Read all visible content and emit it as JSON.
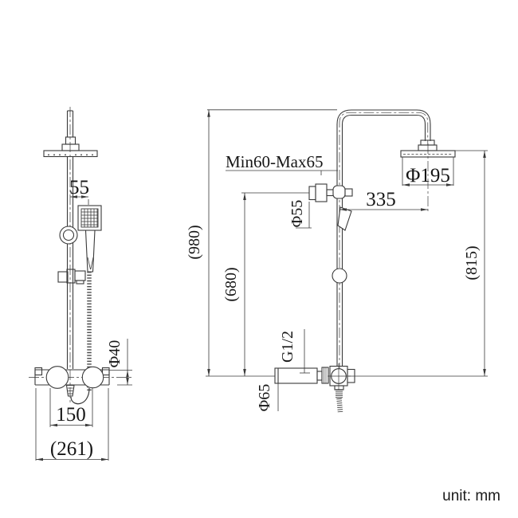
{
  "note": {
    "unit_label": "unit: mm"
  },
  "colors": {
    "line": "#3a3a3a",
    "text": "#161616",
    "background": "#ffffff"
  },
  "left_view": {
    "name": "front-view",
    "dims": {
      "handshower_offset": "55",
      "valve_diameter": "Φ40",
      "inlet_spacing": "150",
      "overall_width": "(261)"
    }
  },
  "right_view": {
    "name": "side-view",
    "dims": {
      "wall_distance": "Min60-Max65",
      "head_diameter": "Φ195",
      "bracket_diameter": "Φ55",
      "head_offset": "335",
      "total_height": "(980)",
      "bracket_height": "(680)",
      "head_height": "(815)",
      "thread_size": "G1/2",
      "valve_diameter": "Φ65"
    }
  }
}
